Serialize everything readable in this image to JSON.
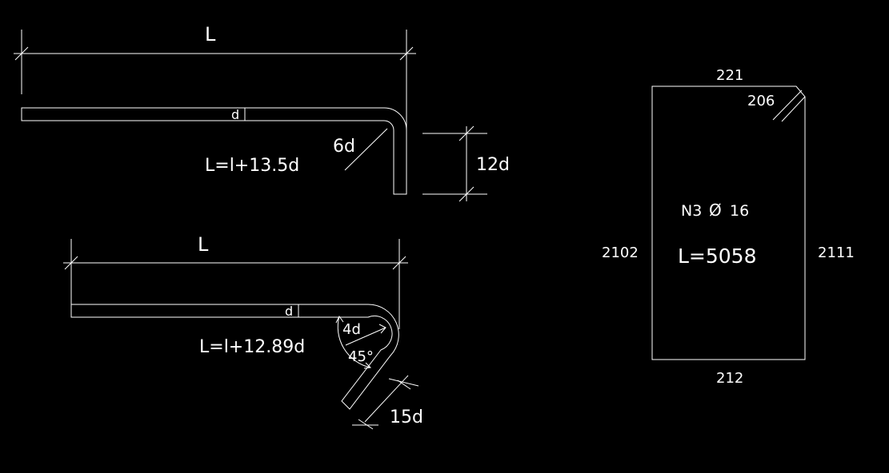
{
  "colors": {
    "background": "#000000",
    "line": "#ffffff"
  },
  "top_hook": {
    "length_label": "L",
    "dia_label": "d",
    "formula": "L=l+13.5d",
    "bend_radius_label": "6d",
    "hook_length_label": "12d"
  },
  "bottom_hook": {
    "length_label": "L",
    "dia_label": "d",
    "formula": "L=l+12.89d",
    "bend_radius_label": "4d",
    "angle_label": "45°",
    "hook_length_label": "15d"
  },
  "rebar_shape": {
    "top": "221",
    "chamfer": "206",
    "left": "2102",
    "right": "2111",
    "bottom": "212",
    "mark": "N3",
    "dia_symbol": "Ø",
    "diameter": "16",
    "length": "L=5058"
  }
}
